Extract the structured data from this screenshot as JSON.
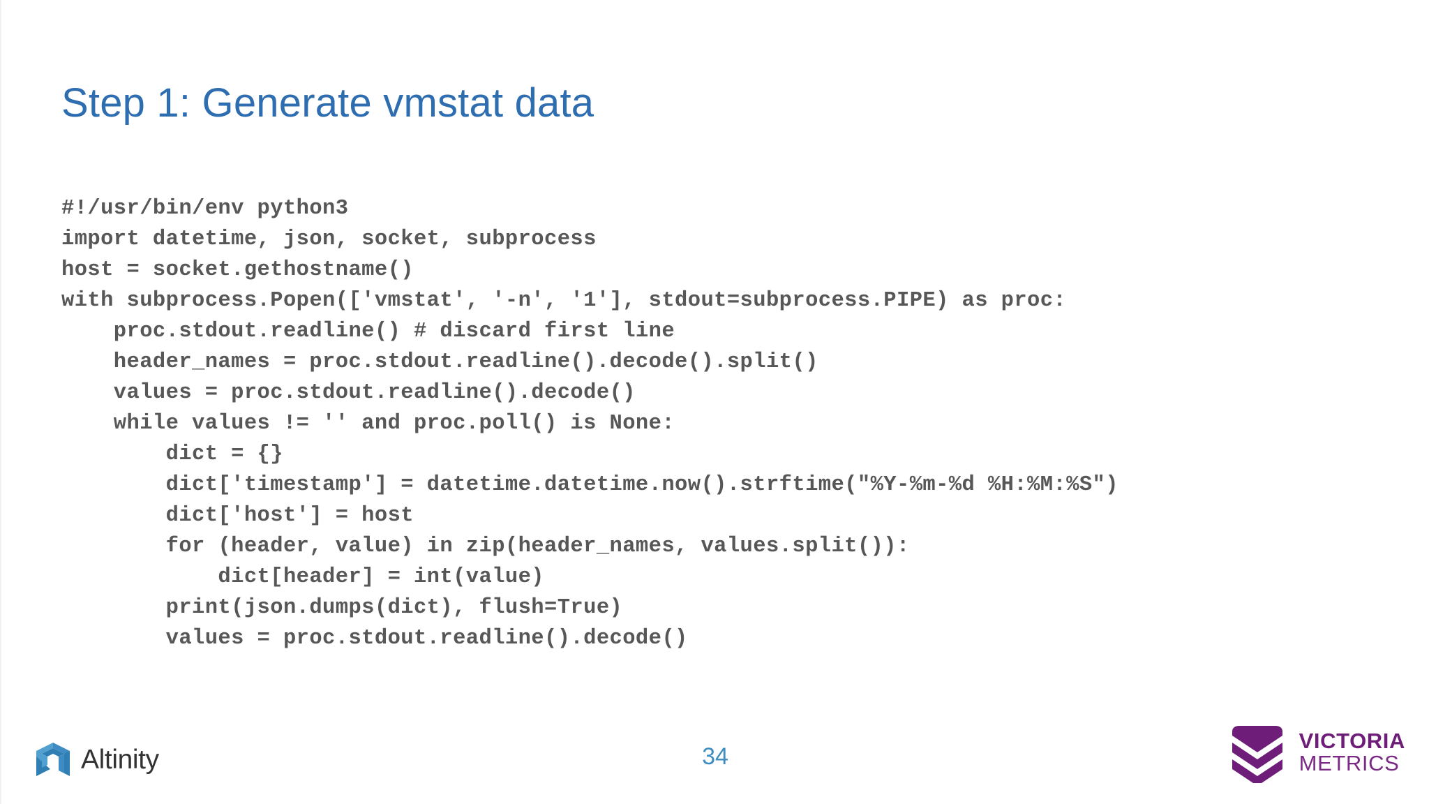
{
  "slide": {
    "title": "Step 1: Generate vmstat data",
    "page_number": "34",
    "title_color": "#2E6DAF",
    "code_color": "#575757",
    "page_number_color": "#3E8CC0",
    "background_color": "#FFFFFF"
  },
  "code": {
    "language": "python",
    "lines": [
      "#!/usr/bin/env python3",
      "import datetime, json, socket, subprocess",
      "host = socket.gethostname()",
      "with subprocess.Popen(['vmstat', '-n', '1'], stdout=subprocess.PIPE) as proc:",
      "    proc.stdout.readline() # discard first line",
      "    header_names = proc.stdout.readline().decode().split()",
      "    values = proc.stdout.readline().decode()",
      "    while values != '' and proc.poll() is None:",
      "        dict = {}",
      "        dict['timestamp'] = datetime.datetime.now().strftime(\"%Y-%m-%d %H:%M:%S\")",
      "        dict['host'] = host",
      "        for (header, value) in zip(header_names, values.split()):",
      "            dict[header] = int(value)",
      "        print(json.dumps(dict), flush=True)",
      "        values = proc.stdout.readline().decode()"
    ]
  },
  "footer": {
    "altinity": {
      "name": "Altinity",
      "mark_color_light": "#52A0D0",
      "mark_color_dark": "#2F7FB5",
      "text_color": "#333333"
    },
    "victoria_metrics": {
      "word_top": "VICTORIA",
      "word_bottom": "METRICS",
      "brand_color": "#6E1E78"
    }
  }
}
